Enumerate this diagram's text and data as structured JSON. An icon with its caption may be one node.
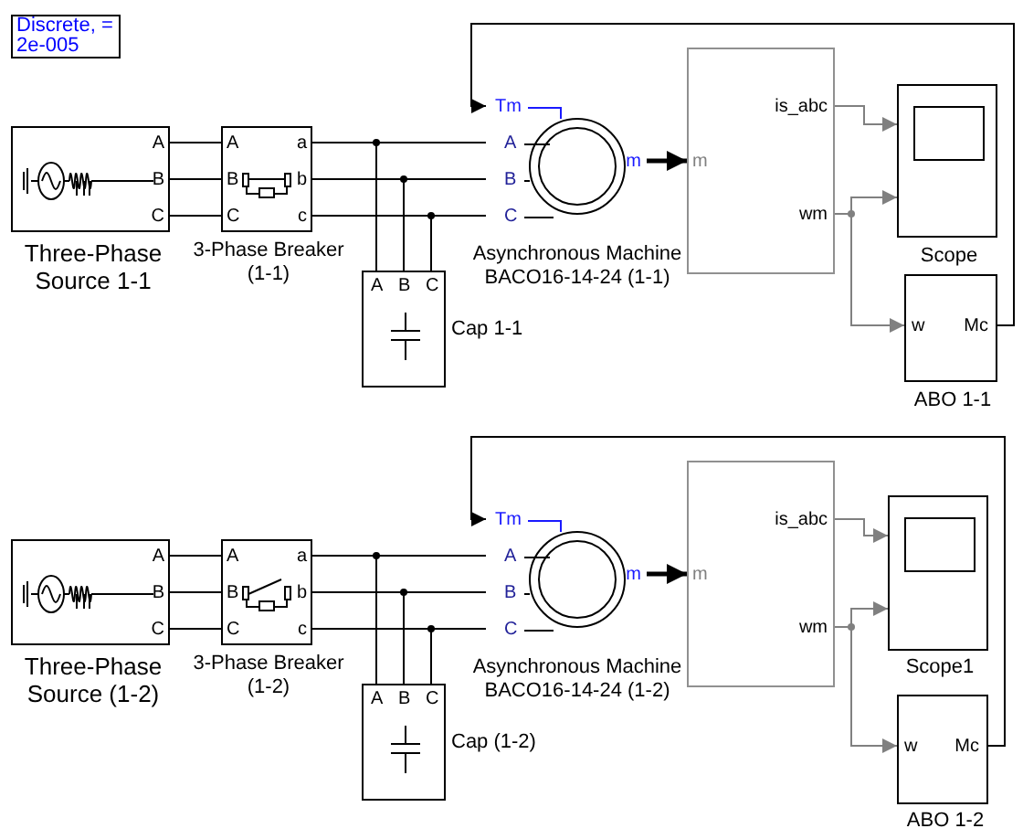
{
  "diagram": {
    "nodes": [
      {
        "text": [
          "Discrete, = 2e-005"
        ]
      },
      {
        "text": [
          "A",
          "B",
          "C",
          "Three-Phase Source 1-1"
        ]
      },
      {
        "text": [
          "A",
          "B",
          "C",
          "a",
          "b",
          "c",
          "3-Phase Breaker (1-1)"
        ]
      },
      {
        "text": [
          "A",
          "B",
          "C",
          "Cap 1-1"
        ]
      },
      {
        "text": [
          "Tm",
          "A",
          "B",
          "C",
          "m",
          "Asynchronous Machine BACO16-14-24 (1-1)"
        ]
      },
      {
        "text": [
          "m",
          "is_abc",
          "wm"
        ]
      },
      {
        "text": [
          "Scope"
        ]
      },
      {
        "text": [
          "w",
          "Mc",
          "ABO 1-1"
        ]
      },
      {
        "text": [
          "A",
          "B",
          "C",
          "Three-Phase Source (1-2)"
        ]
      },
      {
        "text": [
          "A",
          "B",
          "C",
          "a",
          "b",
          "c",
          "3-Phase Breaker (1-2)"
        ]
      },
      {
        "text": [
          "A",
          "B",
          "C",
          "Cap (1-2)"
        ]
      },
      {
        "text": [
          "Tm",
          "A",
          "B",
          "C",
          "m",
          "Asynchronous Machine BACO16-14-24 (1-2)"
        ]
      },
      {
        "text": [
          "m",
          "is_abc",
          "wm"
        ]
      },
      {
        "text": [
          "Scope1"
        ]
      },
      {
        "text": [
          "w",
          "Mc",
          "ABO 1-2"
        ]
      }
    ],
    "edges": [
      {
        "from": 1,
        "to": 2,
        "arrow": "none"
      },
      {
        "from": 1,
        "to": 2,
        "arrow": "none"
      },
      {
        "from": 1,
        "to": 2,
        "arrow": "none"
      },
      {
        "from": 2,
        "to": 4,
        "arrow": "none"
      },
      {
        "from": 2,
        "to": 4,
        "arrow": "none"
      },
      {
        "from": 2,
        "to": 4,
        "arrow": "none"
      },
      {
        "from": 2,
        "to": 3,
        "arrow": "none"
      },
      {
        "from": 2,
        "to": 3,
        "arrow": "none"
      },
      {
        "from": 2,
        "to": 3,
        "arrow": "none"
      },
      {
        "from": 4,
        "to": 5,
        "arrow": "to",
        "style": "thick"
      },
      {
        "from": 5,
        "to": 6,
        "arrow": "to",
        "color": "#808080"
      },
      {
        "from": 5,
        "to": 6,
        "arrow": "to",
        "color": "#808080"
      },
      {
        "from": 5,
        "to": 7,
        "arrow": "to",
        "color": "#808080"
      },
      {
        "from": 7,
        "to": 4,
        "arrow": "to"
      },
      {
        "from": 8,
        "to": 9,
        "arrow": "none"
      },
      {
        "from": 8,
        "to": 9,
        "arrow": "none"
      },
      {
        "from": 8,
        "to": 9,
        "arrow": "none"
      },
      {
        "from": 9,
        "to": 11,
        "arrow": "none"
      },
      {
        "from": 9,
        "to": 11,
        "arrow": "none"
      },
      {
        "from": 9,
        "to": 11,
        "arrow": "none"
      },
      {
        "from": 9,
        "to": 10,
        "arrow": "none"
      },
      {
        "from": 9,
        "to": 10,
        "arrow": "none"
      },
      {
        "from": 9,
        "to": 10,
        "arrow": "none"
      },
      {
        "from": 11,
        "to": 12,
        "arrow": "to",
        "style": "thick"
      },
      {
        "from": 12,
        "to": 13,
        "arrow": "to",
        "color": "#808080"
      },
      {
        "from": 12,
        "to": 13,
        "arrow": "to",
        "color": "#808080"
      },
      {
        "from": 12,
        "to": 14,
        "arrow": "to",
        "color": "#808080"
      },
      {
        "from": 14,
        "to": 11,
        "arrow": "to"
      }
    ]
  }
}
